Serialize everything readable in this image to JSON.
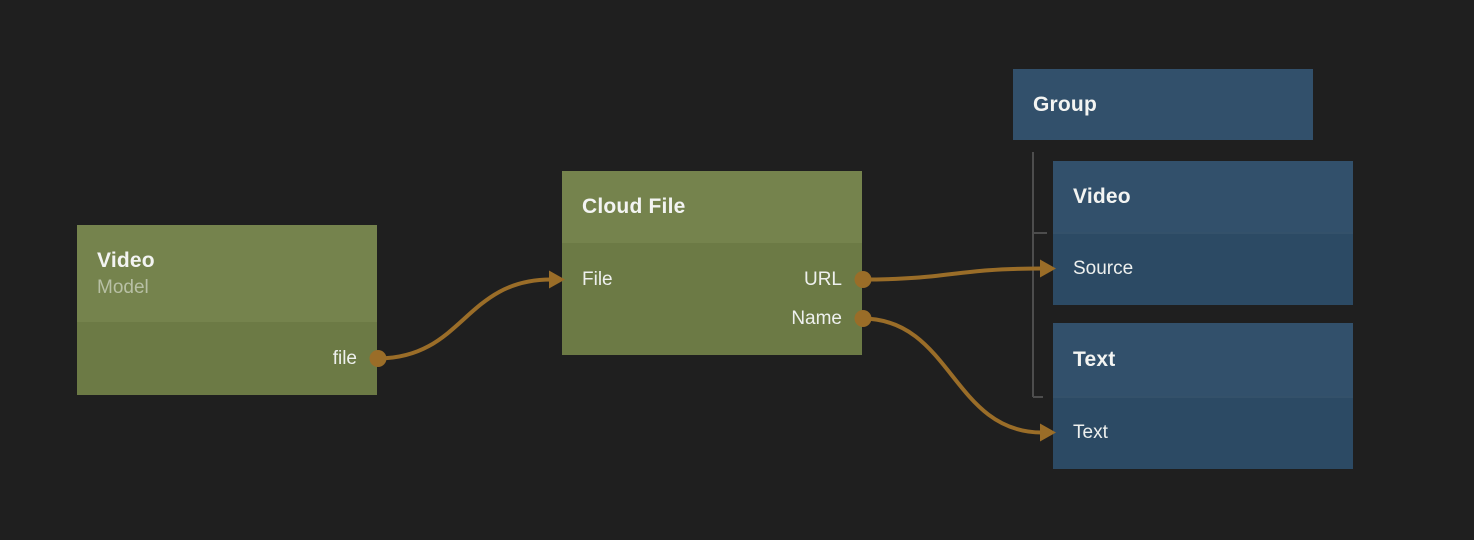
{
  "canvas": {
    "background_color": "#1f1f1f",
    "edge_color": "#9a6d28",
    "tree_line_color": "#4d4d4d"
  },
  "nodes": {
    "video_model": {
      "title": "Video",
      "subtitle": "Model",
      "outputs": [
        {
          "id": "file",
          "label": "file"
        }
      ]
    },
    "cloud_file": {
      "title": "Cloud File",
      "inputs": [
        {
          "id": "file",
          "label": "File"
        }
      ],
      "outputs": [
        {
          "id": "url",
          "label": "URL"
        },
        {
          "id": "name",
          "label": "Name"
        }
      ]
    },
    "group": {
      "title": "Group"
    },
    "video": {
      "title": "Video",
      "inputs": [
        {
          "id": "source",
          "label": "Source"
        }
      ]
    },
    "text": {
      "title": "Text",
      "inputs": [
        {
          "id": "text",
          "label": "Text"
        }
      ]
    }
  },
  "edges": [
    {
      "from": "video_model.file",
      "to": "cloud_file.file"
    },
    {
      "from": "cloud_file.url",
      "to": "video.source"
    },
    {
      "from": "cloud_file.name",
      "to": "text.text"
    }
  ],
  "group_tree": {
    "parent": "group",
    "children": [
      "video",
      "text"
    ]
  }
}
